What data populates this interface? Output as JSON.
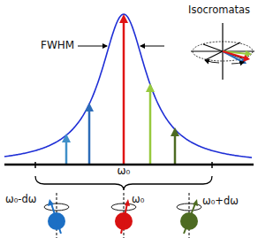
{
  "diagram": {
    "labels": [
      "FWHM",
      "ω₀",
      "Isocromatas",
      "ω₀-dω",
      "ω₀",
      "ω₀+dω"
    ]
  }
}
